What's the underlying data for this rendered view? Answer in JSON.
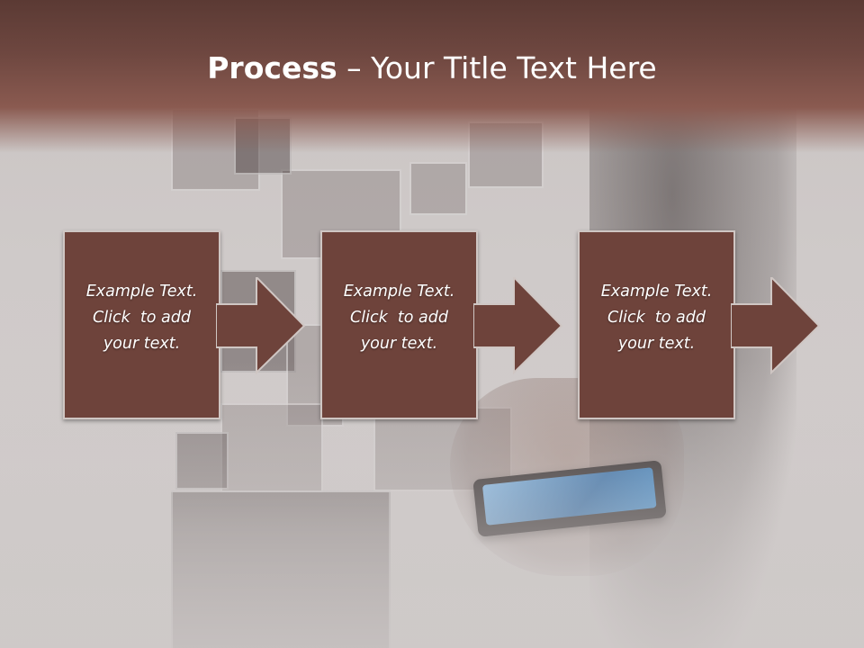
{
  "slide": {
    "title_bold": "Process",
    "title_rest": " – Your Title Text Here"
  },
  "steps": [
    {
      "line1": "Example Text.",
      "line2": "Click  to add",
      "line3": "your text."
    },
    {
      "line1": "Example Text.",
      "line2": "Click  to add",
      "line3": "your text."
    },
    {
      "line1": "Example Text.",
      "line2": "Click  to add",
      "line3": "your text."
    }
  ],
  "colors": {
    "header": "#6e4740",
    "box_fill": "#6e433b",
    "box_border": "#cfc6c3",
    "arrow_fill": "#6e433b",
    "text": "#ffffff"
  },
  "icons": [
    "right-arrow-icon"
  ]
}
